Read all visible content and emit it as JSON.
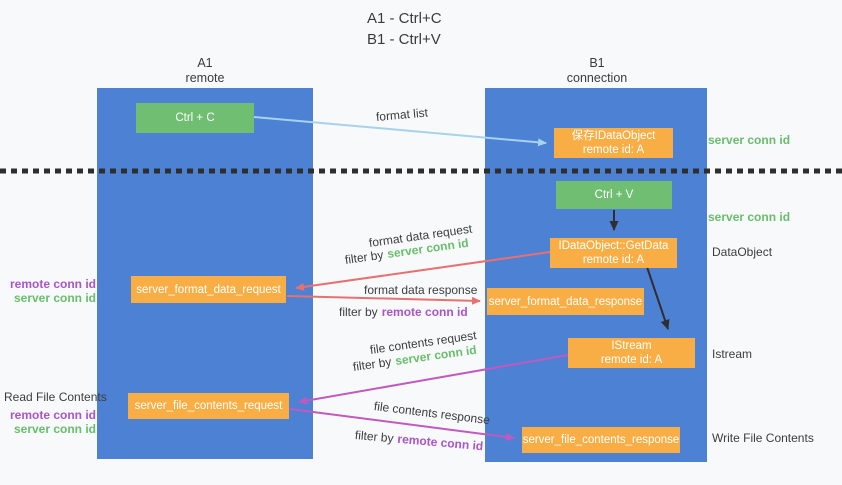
{
  "colors": {
    "lifeline_blue": "#4d81d3",
    "green_box": "#6fbe72",
    "orange_box": "#f9ae45",
    "arrow_light_blue": "#a6d2ee",
    "arrow_red": "#e87070",
    "arrow_magenta": "#c05ac0",
    "arrow_black": "#2f2f2f",
    "conn_id_green": "#68be6c",
    "conn_id_purple": "#a855c9",
    "text_dark": "#3d3d3d"
  },
  "title": {
    "line1": "A1 - Ctrl+C",
    "line2": "B1 - Ctrl+V"
  },
  "lifelines": {
    "a1": {
      "name": "A1",
      "role": "remote"
    },
    "b1": {
      "name": "B1",
      "role": "connection"
    }
  },
  "nodes": {
    "ctrl_c": {
      "label": "Ctrl + C"
    },
    "ctrl_v": {
      "label": "Ctrl + V"
    },
    "save_idataobject": {
      "line1": "保存IDataObject",
      "line2": "remote id: A"
    },
    "idataobject_getdata": {
      "line1": "IDataObject::GetData",
      "line2": "remote id: A"
    },
    "istream": {
      "line1": "IStream",
      "line2": "remote id: A"
    },
    "server_format_data_request": {
      "label": "server_format_data_request"
    },
    "server_format_data_response": {
      "label": "server_format_data_response"
    },
    "server_file_contents_request": {
      "label": "server_file_contents_request"
    },
    "server_file_contents_response": {
      "label": "server_file_contents_response"
    }
  },
  "arrow_labels": {
    "format_list": "format list",
    "format_data_request": "format data request",
    "format_data_response": "format data response",
    "file_contents_request": "file contents request",
    "file_contents_response": "file contents response",
    "filter_by": "filter by",
    "server_conn_id": "server conn id",
    "remote_conn_id": "remote conn id"
  },
  "side_labels": {
    "server_conn_id_top": "server conn id",
    "server_conn_id_mid": "server conn id",
    "dataobject": "DataObject",
    "istream": "Istream",
    "write_file_contents": "Write File Contents",
    "read_file_contents": "Read File Contents",
    "remote_conn_id_left_top": "remote conn id",
    "server_conn_id_left_top": "server conn id",
    "remote_conn_id_left_bottom": "remote conn id",
    "server_conn_id_left_bottom": "server conn id"
  }
}
